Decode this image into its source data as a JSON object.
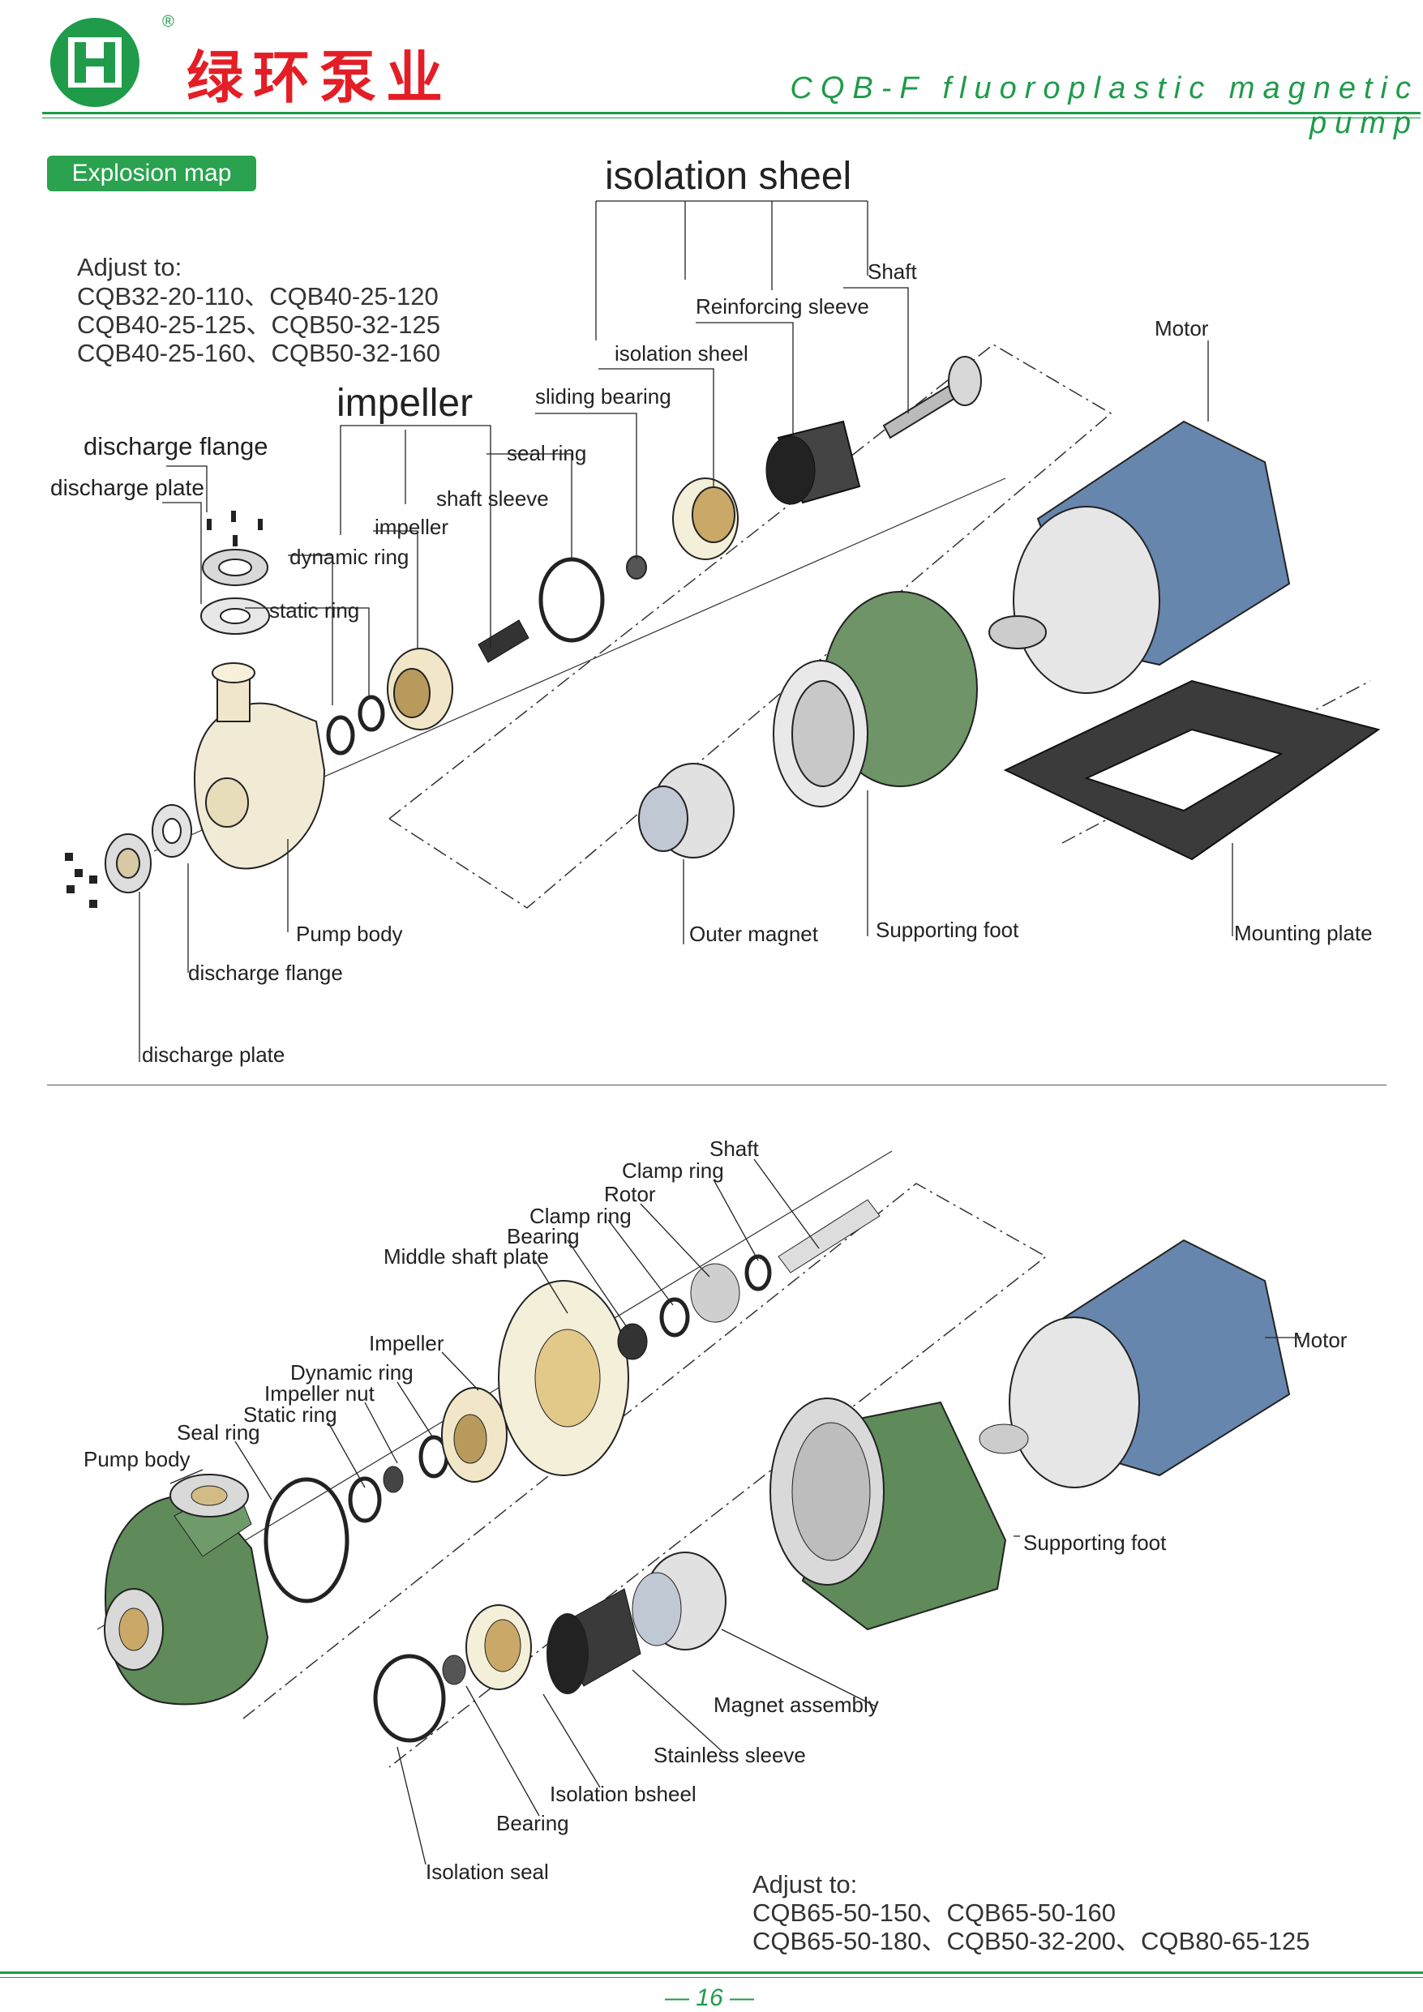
{
  "header": {
    "brand_cn": "绿环泵业",
    "registered": "®",
    "subtitle": "CQB-F fluoroplastic magnetic pump"
  },
  "section1": {
    "pill": "Explosion map",
    "adjust": [
      "Adjust to:",
      "CQB32-20-110、CQB40-25-120",
      "CQB40-25-125、CQB50-32-125",
      "CQB40-25-160、CQB50-32-160"
    ],
    "group_isolation": "isolation sheel",
    "group_impeller": "impeller",
    "labels": {
      "shaft": "Shaft",
      "reinforcing_sleeve": "Reinforcing sleeve",
      "isolation_sheel": "isolation sheel",
      "sliding_bearing": "sliding bearing",
      "seal_ring": "seal ring",
      "shaft_sleeve": "shaft sleeve",
      "impeller": "impeller",
      "dynamic_ring": "dynamic ring",
      "static_ring": "static ring",
      "discharge_flange_top": "discharge flange",
      "discharge_plate_top": "discharge plate",
      "motor": "Motor",
      "pump_body": "Pump body",
      "discharge_flange_bottom": "discharge flange",
      "discharge_plate_bottom": "discharge plate",
      "outer_magnet": "Outer magnet",
      "supporting_foot": "Supporting foot",
      "mounting_plate": "Mounting plate"
    }
  },
  "section2": {
    "labels": {
      "shaft": "Shaft",
      "clamp_ring_top": "Clamp ring",
      "rotor": "Rotor",
      "clamp_ring": "Clamp ring",
      "bearing_top": "Bearing",
      "middle_shaft_plate": "Middle shaft plate",
      "impeller": "Impeller",
      "dynamic_ring": "Dynamic ring",
      "impeller_nut": "Impeller nut",
      "static_ring": "Static ring",
      "seal_ring": "Seal ring",
      "pump_body": "Pump body",
      "motor": "Motor",
      "supporting_foot": "Supporting foot",
      "magnet_assembly": "Magnet assembly",
      "stainless_sleeve": "Stainless sleeve",
      "isolation_bsheel": "Isolation bsheel",
      "bearing": "Bearing",
      "isolation_seal": "Isolation seal"
    },
    "adjust": [
      "Adjust to:",
      "CQB65-50-150、CQB65-50-160",
      "CQB65-50-180、CQB50-32-200、CQB80-65-125"
    ]
  },
  "footer": {
    "page": "— 16 —"
  },
  "colors": {
    "brand_green": "#1f9b4a",
    "brand_red": "#e41e26",
    "motor_blue": "#5f7fa6",
    "housing_green": "#5f8a5a",
    "ptfe_cream": "#f3ecd2"
  }
}
